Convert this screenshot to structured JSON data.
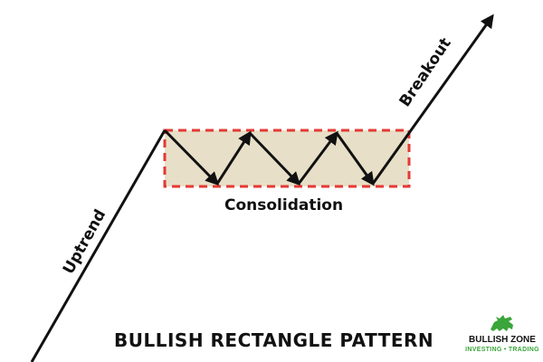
{
  "diagram": {
    "labels": {
      "uptrend": "Uptrend",
      "breakout": "Breakout",
      "consolidation": "Consolidation"
    },
    "title": "BULLISH RECTANGLE PATTERN",
    "colors": {
      "line": "#111111",
      "rectangle_border": "#e53935",
      "rectangle_fill": "#e8dfc8",
      "logo_green": "#3aa53a"
    }
  },
  "logo": {
    "name": "BULLISH ZONE",
    "tagline": "INVESTING • TRADING",
    "icon": "bull-icon"
  }
}
